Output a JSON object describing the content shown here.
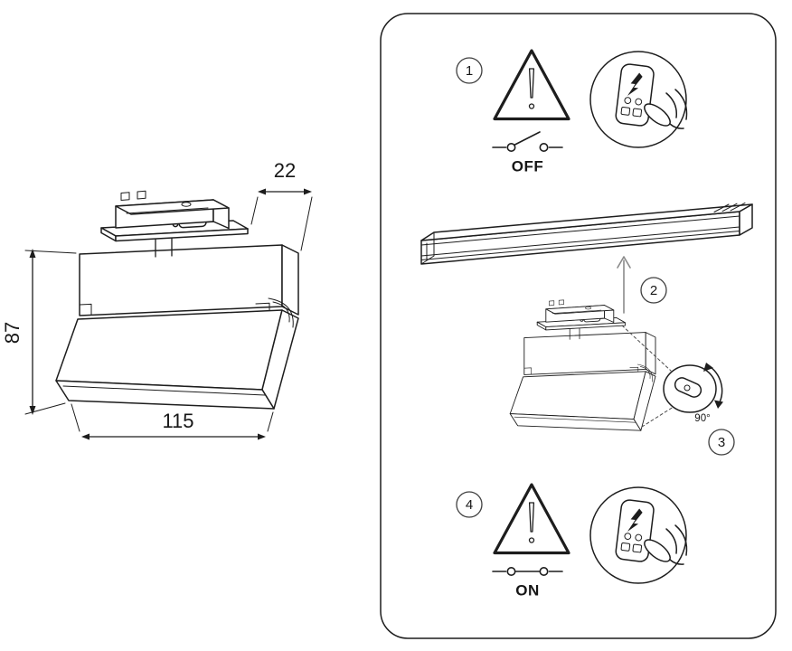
{
  "colors": {
    "ink": "#1d1d1d",
    "panel_border": "#8f8f8f",
    "background": "#ffffff",
    "muted_arrow": "#8a8a8a"
  },
  "dimension_drawing": {
    "width_top_mm": "22",
    "height_mm": "87",
    "width_bottom_mm": "115"
  },
  "instruction_panel": {
    "steps": [
      {
        "number": "1",
        "label": "OFF"
      },
      {
        "number": "2"
      },
      {
        "number": "3",
        "label": "90°"
      },
      {
        "number": "4",
        "label": "ON"
      }
    ]
  }
}
